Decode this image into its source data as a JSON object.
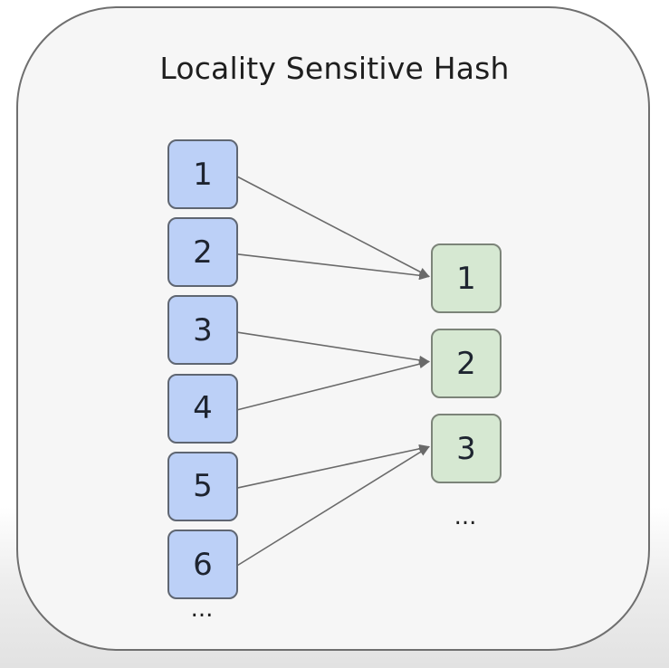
{
  "title": "Locality Sensitive Hash",
  "input_items": [
    {
      "label": "1"
    },
    {
      "label": "2"
    },
    {
      "label": "3"
    },
    {
      "label": "4"
    },
    {
      "label": "5"
    },
    {
      "label": "6"
    }
  ],
  "input_more": "...",
  "output_buckets": [
    {
      "label": "1"
    },
    {
      "label": "2"
    },
    {
      "label": "3"
    }
  ],
  "output_more": "...",
  "mappings": [
    {
      "from": 0,
      "to": 0
    },
    {
      "from": 1,
      "to": 0
    },
    {
      "from": 2,
      "to": 1
    },
    {
      "from": 3,
      "to": 1
    },
    {
      "from": 4,
      "to": 2
    },
    {
      "from": 5,
      "to": 2
    }
  ],
  "colors": {
    "input_fill": "#bcd0f7",
    "output_fill": "#d6e8d2",
    "arrow": "#6a6a6a"
  }
}
